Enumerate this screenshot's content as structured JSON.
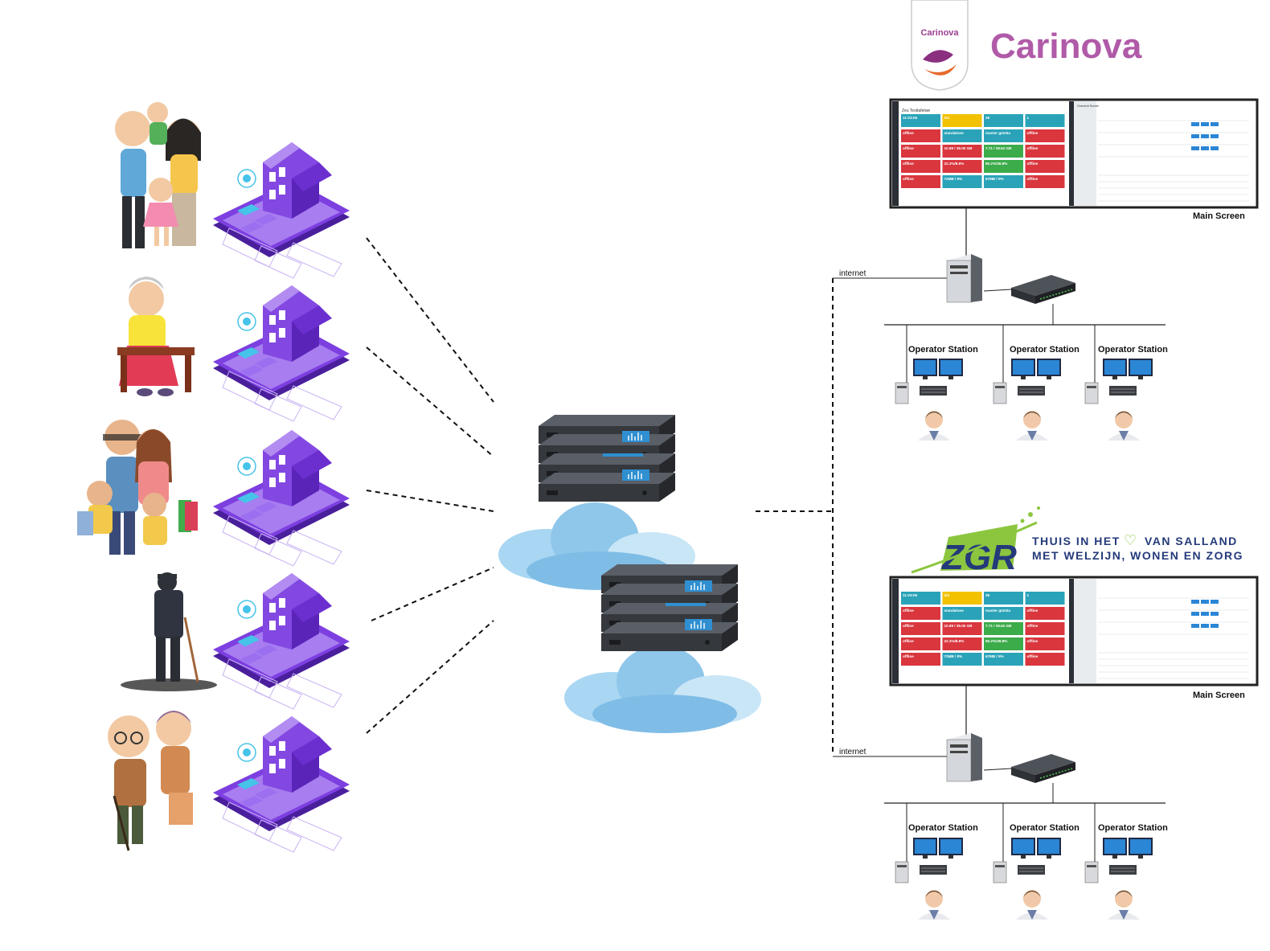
{
  "brands": {
    "carinova": {
      "name": "Carinova",
      "shield_text": "Carinova",
      "color": "#b05aa8"
    },
    "zgr": {
      "name": "ZGR",
      "tagline_line1": "THUIS IN HET",
      "tagline_heart": "♡",
      "tagline_line1b": "VAN SALLAND",
      "tagline_line2": "MET WELZIJN, WONEN EN ZORG",
      "color": "#8cc63f"
    }
  },
  "labels": {
    "main_screen": "Main Screen",
    "internet": "internet",
    "operator_station": "Operator Station"
  },
  "dashboard": {
    "title": "Zeu Testtafetwe",
    "side_title": "Overzicht Ruimte",
    "tiles": [
      {
        "value": "11:03:05",
        "color": "#2aa3b9"
      },
      {
        "value": "2/4",
        "color": "#f2c100"
      },
      {
        "value": "36",
        "color": "#2aa3b9"
      },
      {
        "value": "1",
        "color": "#2aa3b9"
      },
      {
        "value": "offline",
        "color": "#d9363e"
      },
      {
        "value": "standalone",
        "color": "#2aa3b9"
      },
      {
        "value": "master gm03a",
        "color": "#2aa3b9"
      },
      {
        "value": "offline",
        "color": "#d9363e"
      },
      {
        "value": "offline",
        "color": "#d9363e"
      },
      {
        "value": "10.89 / 39.00 GB",
        "color": "#d9363e"
      },
      {
        "value": "7.71 / 39.62 GB",
        "color": "#3cab4a"
      },
      {
        "value": "offline",
        "color": "#d9363e"
      },
      {
        "value": "offline",
        "color": "#d9363e"
      },
      {
        "value": "22.3%/8.9%",
        "color": "#d9363e"
      },
      {
        "value": "86.2%/38.8%",
        "color": "#3cab4a"
      },
      {
        "value": "offline",
        "color": "#d9363e"
      },
      {
        "value": "offline",
        "color": "#d9363e"
      },
      {
        "value": "72MB / 9%",
        "color": "#2aa3b9"
      },
      {
        "value": "67MB / 9%",
        "color": "#2aa3b9"
      },
      {
        "value": "offline",
        "color": "#d9363e"
      }
    ]
  },
  "colors": {
    "purple": "#6a2bc4",
    "purple_light": "#b08be8",
    "server_dark": "#3a3d42",
    "server_blue": "#2f8fd1",
    "cloud": "#8fc7ea"
  }
}
